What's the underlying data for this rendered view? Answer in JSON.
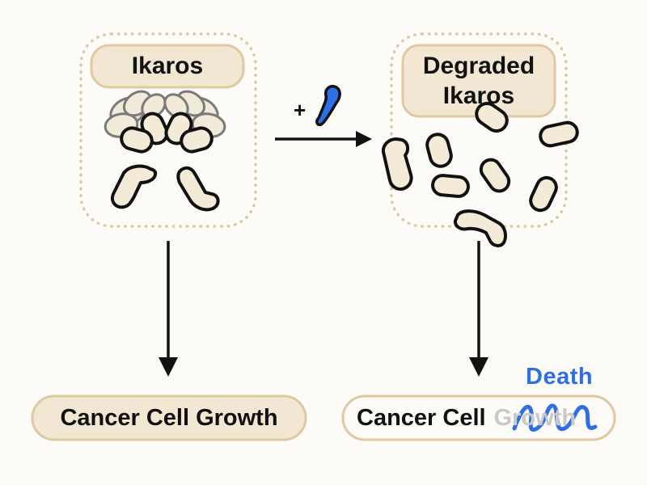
{
  "nodes": {
    "ikaros": {
      "label": "Ikaros"
    },
    "degraded": {
      "line1": "Degraded",
      "line2": "Ikaros"
    },
    "growth": {
      "label": "Cancer Cell Growth"
    },
    "death_outcome": {
      "prefix": "Cancer Cell",
      "struck_word": "Growth",
      "replacement": "Death"
    }
  },
  "reaction": {
    "plus_sign": "+"
  },
  "icons": {
    "drug": "blue-drug-molecule-icon",
    "protein": "protein-domain-icon",
    "fragment": "protein-fragment-icon"
  },
  "colors": {
    "background": "#fcfbf7",
    "label_fill": "#f2e7d3",
    "label_stroke": "#dfc9a1",
    "dotted_border": "#dcc9a6",
    "fragment_fill": "#f3ead7",
    "outline": "#111111",
    "drug_blue": "#2f6fe6",
    "scribble_blue": "#2f6fe6"
  }
}
